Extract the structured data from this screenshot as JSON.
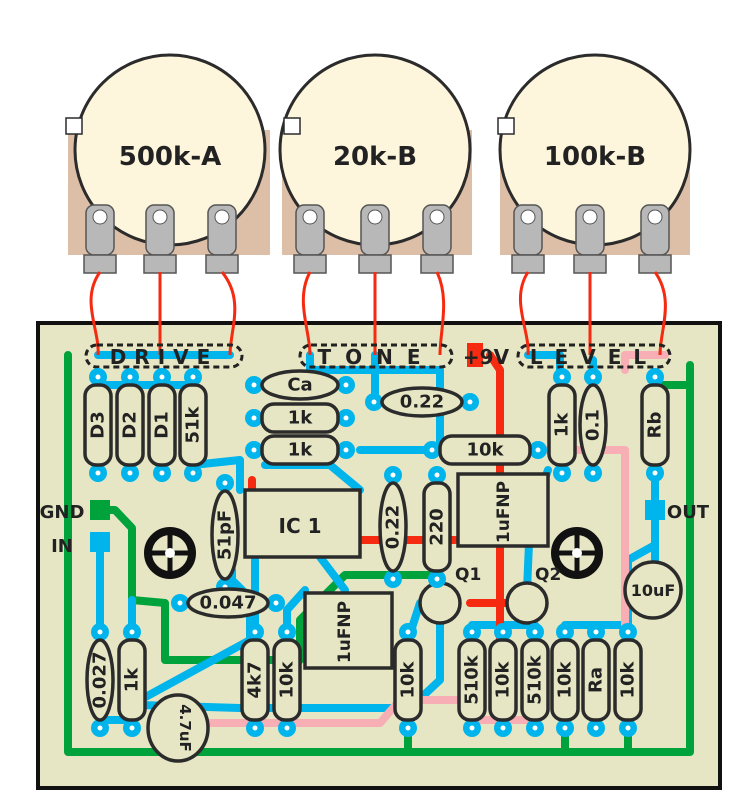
{
  "colors": {
    "board": "#e6e6c4",
    "trace_blue": "#00b4ec",
    "trace_green": "#00a23c",
    "trace_pink": "#f7aeb4",
    "trace_red": "#f52a10",
    "pot_face": "#fdf5dc",
    "pot_body": "#ddbfa8"
  },
  "pots": [
    {
      "label": "500k-A"
    },
    {
      "label": "20k-B"
    },
    {
      "label": "100k-B"
    }
  ],
  "pot_headers": {
    "drive": "DRIVE",
    "tone": "TONE",
    "level": "LEVEL"
  },
  "labels": {
    "power": "+9V",
    "gnd": "GND",
    "in": "IN",
    "out": "OUT",
    "q1": "Q1",
    "q2": "Q2",
    "ic": "IC 1"
  },
  "top_row": {
    "d3": "D3",
    "d2": "D2",
    "d1": "D1",
    "r51k": "51k",
    "ca": "Ca",
    "r1k_a": "1k",
    "r1k_b": "1k",
    "c022_top": "0.22",
    "r10k_h": "10k",
    "r1k_right": "1k",
    "c01": "0.1",
    "rb": "Rb"
  },
  "middle_row": {
    "c51pf": "51pF",
    "c022": "0.22",
    "r220": "220",
    "c1ufnp_a": "1uFNP",
    "c0047": "0.047",
    "c1ufnp_b": "1uFNP",
    "c10uf": "10uF"
  },
  "bottom_row": {
    "c0027": "0.027",
    "r1k": "1k",
    "c47uf": "4.7uF",
    "r4k7": "4k7",
    "r10k_1": "10k",
    "r10k_2": "10k",
    "r510k_1": "510k",
    "r10k_3": "10k",
    "r510k_2": "510k",
    "r10k_4": "10k",
    "ra": "Ra",
    "r10k_5": "10k"
  }
}
